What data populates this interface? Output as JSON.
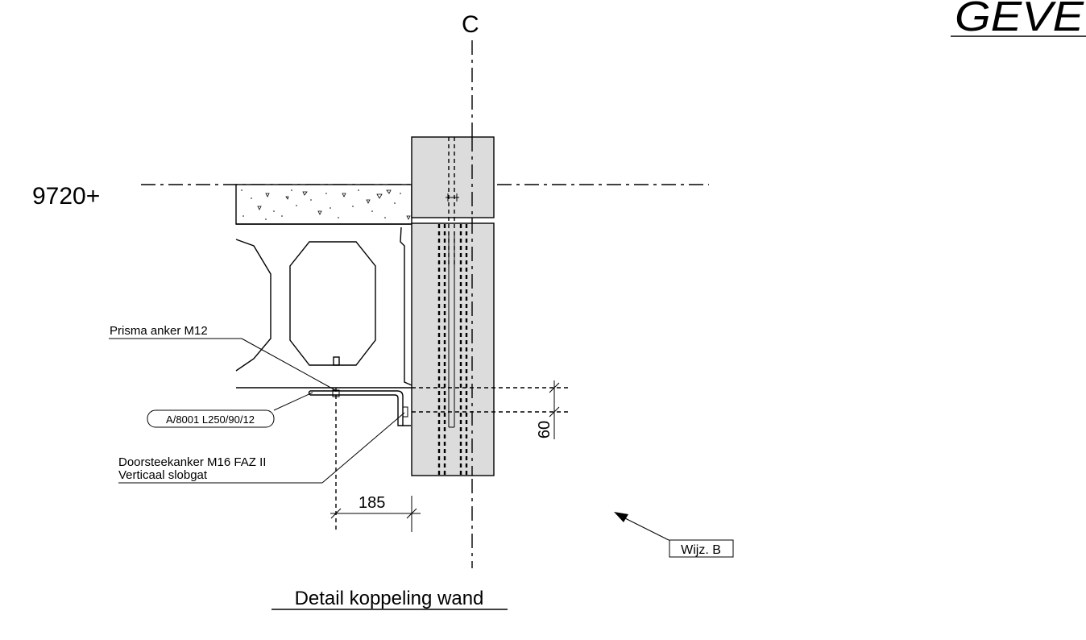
{
  "header": {
    "corner_title": "GEVE"
  },
  "grid": {
    "axis_label": "C",
    "level_label": "9720+"
  },
  "labels": {
    "anchor_top": "Prisma anker M12",
    "angle_profile": "A/8001 L250/90/12",
    "anchor_through_line1": "Doorsteekanker M16 FAZ II",
    "anchor_through_line2": "Verticaal slobgat"
  },
  "dimensions": {
    "horizontal": "185",
    "vertical": "60"
  },
  "revision": {
    "tag": "Wijz. B"
  },
  "caption": "Detail koppeling wand",
  "colors": {
    "wall_fill": "#dcdcdc",
    "line": "#000000",
    "background": "#ffffff"
  }
}
